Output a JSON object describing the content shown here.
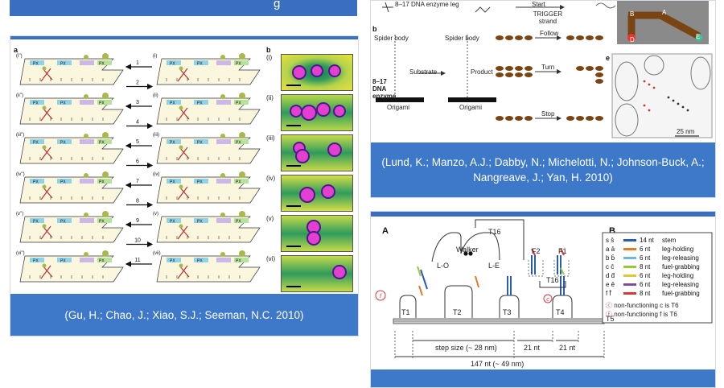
{
  "top_left": {
    "title_tail": "g"
  },
  "fig_gu": {
    "panel_a": "a",
    "panel_b": "b",
    "rows_left": [
      "(i'')",
      "(ii'')",
      "(iii'')",
      "(iv'')",
      "(v'')",
      "(vi'')"
    ],
    "rows_right": [
      "(i)",
      "(ii)",
      "(iii)",
      "(iv)",
      "(v)",
      "(vii)"
    ],
    "step_numbers": [
      "1",
      "2",
      "3",
      "4",
      "5",
      "6",
      "7",
      "8",
      "9",
      "10",
      "11"
    ],
    "px_labels": [
      "PX",
      "PX",
      "JX2",
      "PX"
    ],
    "tile_labels": [
      "(i)",
      "(ii)",
      "(iii)",
      "(iv)",
      "(v)",
      "(vi)"
    ],
    "caption": "(Gu, H.; Chao, J.; Xiao, S.J.; Seeman, N.C. 2010)"
  },
  "fig_lund": {
    "panel_b": "b",
    "panel_e": "e",
    "enzyme_leg": "8–17 DNA enzyme leg",
    "start": "Start",
    "trigger": "TRIGGER strand",
    "spider_body": "Spider body",
    "spider_body_2": "Spider body",
    "enzyme": "8–17 DNA enzyme",
    "substrate": "Substrate",
    "product": "Product",
    "origami": "Origami",
    "origami_2": "Origami",
    "follow": "Follow",
    "turn": "Turn",
    "stop": "Stop",
    "scale": "25 nm",
    "track_labels": [
      "B",
      "A",
      "D",
      "E"
    ],
    "caption_line1": "(Lund, K.; Manzo, A.J.; Dabby, N.; Michelotti, N.; Johnson-Buck, A.;",
    "caption_line2": "Nangreave, J.; Yan, H. 2010)"
  },
  "fig_bath": {
    "panel_a": "A",
    "panel_b": "B",
    "walker": "Walker",
    "t16": "T16",
    "t16_b": "T16",
    "lo": "L-O",
    "le": "L-E",
    "f1": "F1",
    "f2": "F2",
    "t_labels": [
      "T1",
      "T2",
      "T3",
      "T4",
      "T5"
    ],
    "step_size": "step size (~ 28 nm)",
    "nt21a": "21 nt",
    "nt21b": "21 nt",
    "total": "147 nt (~ 49 nm)",
    "legend": [
      {
        "a": "s",
        "b": "s̄",
        "n": "14 nt",
        "t": "stem",
        "color": "#2a5db0"
      },
      {
        "a": "a",
        "b": "ā",
        "n": "6 nt",
        "t": "leg-holding",
        "color": "#e07b28"
      },
      {
        "a": "b",
        "b": "b̄",
        "n": "6 nt",
        "t": "leg-releasing",
        "color": "#6bb8d8"
      },
      {
        "a": "c",
        "b": "c̄",
        "n": "8 nt",
        "t": "fuel-grabbing",
        "color": "#9bc63c"
      },
      {
        "a": "d",
        "b": "d̄",
        "n": "6 nt",
        "t": "leg-holding",
        "color": "#e5c634"
      },
      {
        "a": "e",
        "b": "ē",
        "n": "6 nt",
        "t": "leg-releasing",
        "color": "#7c4fa0"
      },
      {
        "a": "f",
        "b": "f̄",
        "n": "8 nt",
        "t": "fuel-grabbing",
        "color": "#d43a3a"
      }
    ],
    "nonfunc1": "non-functioning c is T6",
    "nonfunc2": "non-functioning f is T6"
  }
}
